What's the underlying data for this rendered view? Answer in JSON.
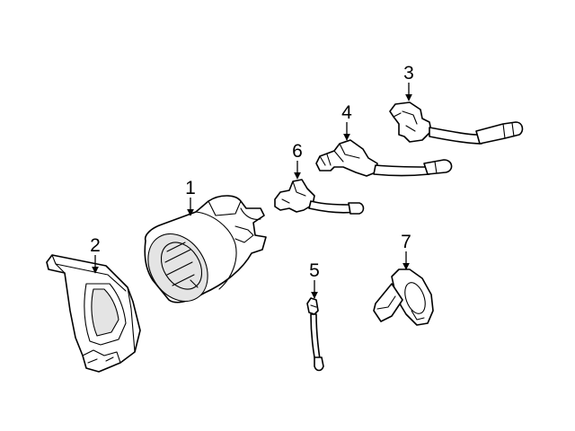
{
  "diagram": {
    "callouts": [
      {
        "label": "1"
      },
      {
        "label": "2"
      },
      {
        "label": "3"
      },
      {
        "label": "4"
      },
      {
        "label": "5"
      },
      {
        "label": "6"
      },
      {
        "label": "7"
      }
    ],
    "colors": {
      "line": "#000000",
      "background": "#ffffff",
      "shade": "#e4e4e4"
    }
  }
}
